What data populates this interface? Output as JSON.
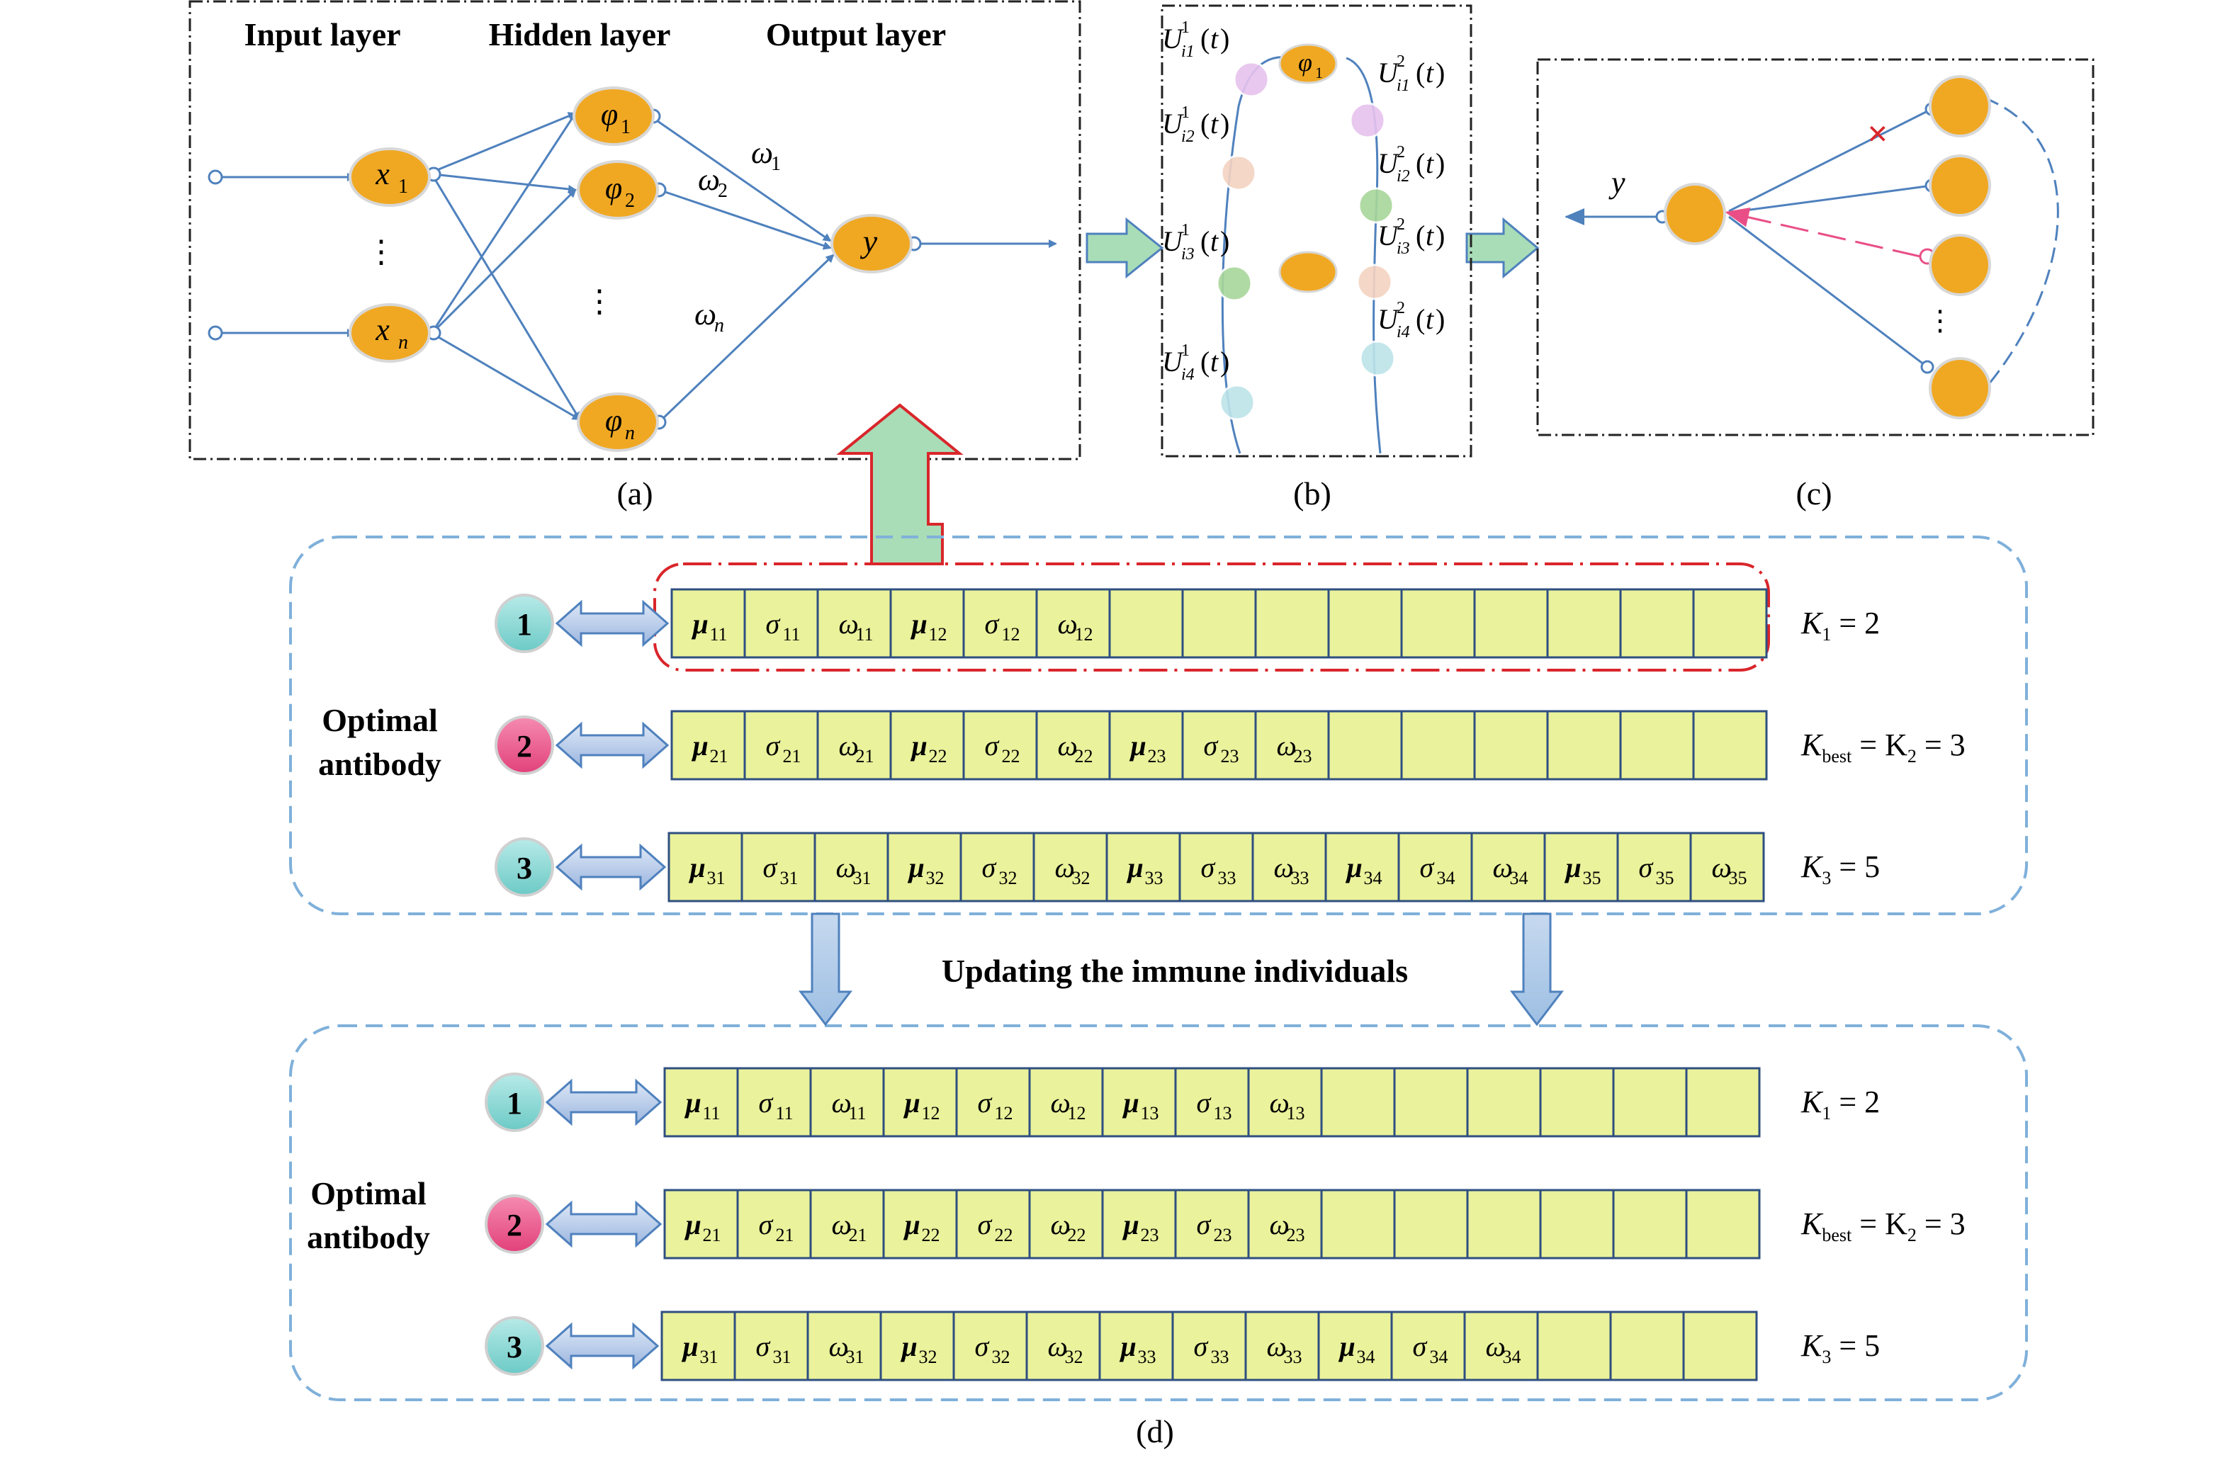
{
  "panel_a": {
    "headers": [
      "Input layer",
      "Hidden layer",
      "Output layer"
    ],
    "inputs": [
      {
        "sym": "x",
        "sub": "1"
      },
      {
        "sym": "x",
        "sub": "n"
      }
    ],
    "hidden": [
      {
        "sym": "φ",
        "sub": "1"
      },
      {
        "sym": "φ",
        "sub": "2"
      },
      {
        "sym": "φ",
        "sub": "n"
      }
    ],
    "output": "y",
    "weights": [
      {
        "sym": "ω",
        "sub": "1"
      },
      {
        "sym": "ω",
        "sub": "2"
      },
      {
        "sym": "ω",
        "sub": "n"
      }
    ],
    "ellipsis": "⋮",
    "caption": "(a)"
  },
  "panel_b": {
    "node": {
      "sym": "φ",
      "sub": "1"
    },
    "left_labels": [
      {
        "sup": "1",
        "sub": "i1"
      },
      {
        "sup": "1",
        "sub": "i2"
      },
      {
        "sup": "1",
        "sub": "i3"
      },
      {
        "sup": "1",
        "sub": "i4"
      }
    ],
    "right_labels": [
      {
        "sup": "2",
        "sub": "i1"
      },
      {
        "sup": "2",
        "sub": "i2"
      },
      {
        "sup": "2",
        "sub": "i3"
      },
      {
        "sup": "2",
        "sub": "i4"
      }
    ],
    "caption": "(b)"
  },
  "panel_c": {
    "output": "y",
    "cross": "×",
    "ellipsis": "⋮",
    "caption": "(c)"
  },
  "panel_d": {
    "label_line1": "Optimal",
    "label_line2": "antibody",
    "update_text": "Updating the immune individuals",
    "caption": "(d)",
    "groups": [
      {
        "rows": [
          {
            "id": "1",
            "k": "K",
            "k_sub": "1",
            "k_eq": " = 2",
            "best": false,
            "cells": [
              "μ|11",
              "σ|11",
              "ω|11",
              "μ|12",
              "σ|12",
              "ω|12",
              "",
              "",
              "",
              "",
              "",
              "",
              "",
              "",
              ""
            ]
          },
          {
            "id": "2",
            "k": "K",
            "k_sub": "best",
            "k_eq": " = K",
            "k2_sub": "2",
            "k2_eq": " = 3",
            "best": true,
            "cells": [
              "μ|21",
              "σ|21",
              "ω|21",
              "μ|22",
              "σ|22",
              "ω|22",
              "μ|23",
              "σ|23",
              "ω|23",
              "",
              "",
              "",
              "",
              "",
              ""
            ]
          },
          {
            "id": "3",
            "k": "K",
            "k_sub": "3",
            "k_eq": " = 5",
            "best": false,
            "cells": [
              "μ|31",
              "σ|31",
              "ω|31",
              "μ|32",
              "σ|32",
              "ω|32",
              "μ|33",
              "σ|33",
              "ω|33",
              "μ|34",
              "σ|34",
              "ω|34",
              "μ|35",
              "σ|35",
              "ω|35"
            ]
          }
        ]
      },
      {
        "rows": [
          {
            "id": "1",
            "k": "K",
            "k_sub": "1",
            "k_eq": " = 2",
            "best": false,
            "cells": [
              "μ|11",
              "σ|11",
              "ω|11",
              "μ|12",
              "σ|12",
              "ω|12",
              "μ|13",
              "σ|13",
              "ω|13",
              "",
              "",
              "",
              "",
              "",
              ""
            ]
          },
          {
            "id": "2",
            "k": "K",
            "k_sub": "best",
            "k_eq": " = K",
            "k2_sub": "2",
            "k2_eq": " = 3",
            "best": true,
            "cells": [
              "μ|21",
              "σ|21",
              "ω|21",
              "μ|22",
              "σ|22",
              "ω|22",
              "μ|23",
              "σ|23",
              "ω|23",
              "",
              "",
              "",
              "",
              "",
              ""
            ]
          },
          {
            "id": "3",
            "k": "K",
            "k_sub": "3",
            "k_eq": " = 5",
            "best": false,
            "cells": [
              "μ|31",
              "σ|31",
              "ω|31",
              "μ|32",
              "σ|32",
              "ω|32",
              "μ|33",
              "σ|33",
              "ω|33",
              "μ|34",
              "σ|34",
              "ω|34",
              "",
              "",
              ""
            ]
          }
        ]
      }
    ]
  },
  "colors": {
    "node": "#F0A823",
    "edge": "#4F81BD",
    "cell_fill": "#EAF29B",
    "cell_stroke": "#2F4F80",
    "badge_cyan": "#7FD6D3",
    "badge_pink": "#E94F86",
    "dash_blue": "#7FB0DA",
    "red": "#D9262B",
    "green": "#A8DDB8"
  }
}
